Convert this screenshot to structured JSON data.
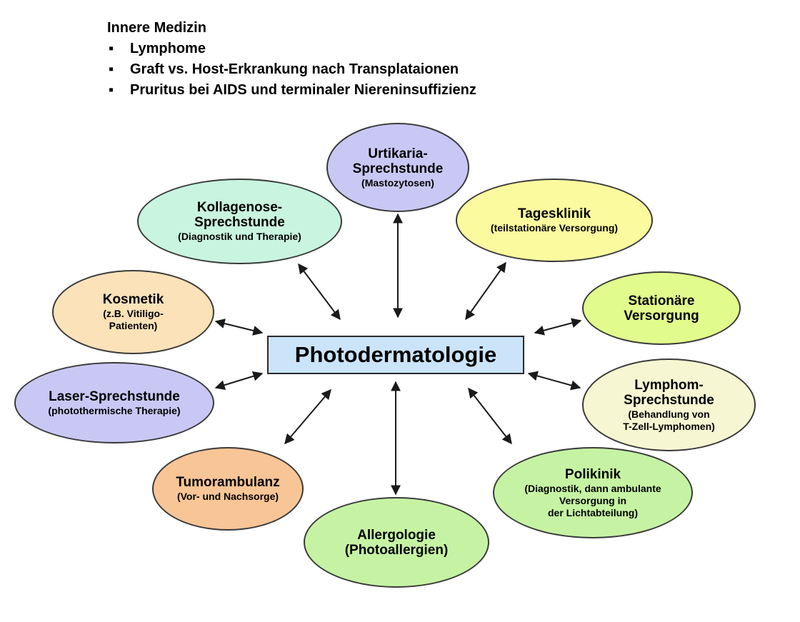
{
  "header": {
    "title": "Innere Medizin",
    "bullet": "▪",
    "items": [
      "Lymphome",
      "Graft vs. Host-Erkrankung nach Transplataionen",
      "Pruritus bei AIDS und terminaler Niereninsuffizienz"
    ]
  },
  "center": {
    "label": "Photodermatologie"
  },
  "colors": {
    "lavender": "#c9c8f4",
    "mint": "#c8f4e0",
    "yellow": "#fbfa9e",
    "peach": "#fbe2b8",
    "lime": "#e1fb8c",
    "cream": "#f6f6d2",
    "light_green": "#c6f3a3",
    "orange": "#f8c596",
    "center_box": "#cbe4f9"
  },
  "nodes": {
    "urtikaria": {
      "title": "Urtikaria-\nSprechstunde",
      "sub": "(Mastozytosen)"
    },
    "kollagenose": {
      "title": "Kollagenose-\nSprechstunde",
      "sub": "(Diagnostik und Therapie)"
    },
    "tagesklinik": {
      "title": "Tagesklinik",
      "sub": "(teilstationäre Versorgung)"
    },
    "kosmetik": {
      "title": "Kosmetik",
      "sub": "(z.B. Vitiligo-\nPatienten)"
    },
    "stationaer": {
      "title": "Stationäre\nVersorgung",
      "sub": ""
    },
    "laser": {
      "title": "Laser-Sprechstunde",
      "sub": "(photothermische Therapie)"
    },
    "lymphom": {
      "title": "Lymphom-\nSprechstunde",
      "sub": "(Behandlung von\nT-Zell-Lymphomen)"
    },
    "tumor": {
      "title": "Tumorambulanz",
      "sub": "(Vor- und Nachsorge)"
    },
    "polikinik": {
      "title": "Polikinik",
      "sub": "(Diagnostik, dann ambulante\nVersorgung in\nder Lichtabteilung)"
    },
    "allergologie": {
      "title": "Allergologie\n(Photoallergien)",
      "sub": ""
    }
  }
}
